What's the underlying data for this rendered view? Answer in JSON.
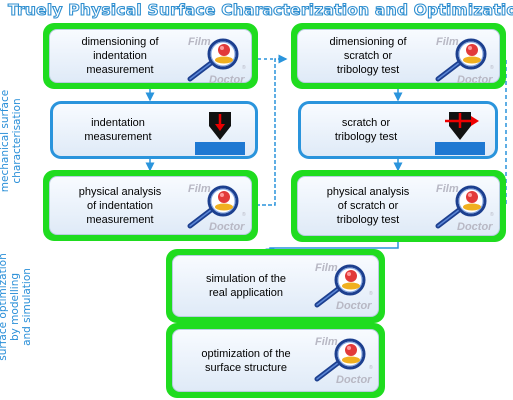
{
  "title": "Truely Physical Surface Characterization and Optimization",
  "side_labels": {
    "mechanical": [
      "mechanical surface",
      "characterisation"
    ],
    "optimization": [
      "surface optimization",
      "by modelling",
      "and simulation"
    ]
  },
  "boxes": {
    "dim_indentation": "dimensioning of\nindentation\nmeasurement",
    "indentation": "indentation\nmeasurement",
    "phys_indentation": "physical analysis\nof indentation\nmeasurement",
    "dim_scratch": "dimensioning of\nscratch or\ntribology test",
    "scratch": "scratch or\ntribology test",
    "phys_scratch": "physical analysis\nof scratch or\ntribology test",
    "simulation": "simulation of the\nreal application",
    "optimization": "optimization of the\nsurface structure"
  },
  "logo": {
    "line1": "Film",
    "line2": "Doctor",
    "mark": "®"
  },
  "colors": {
    "green": "#1fdc1f",
    "blue": "#2a94dc",
    "title_outline": "#2f8fd0"
  }
}
